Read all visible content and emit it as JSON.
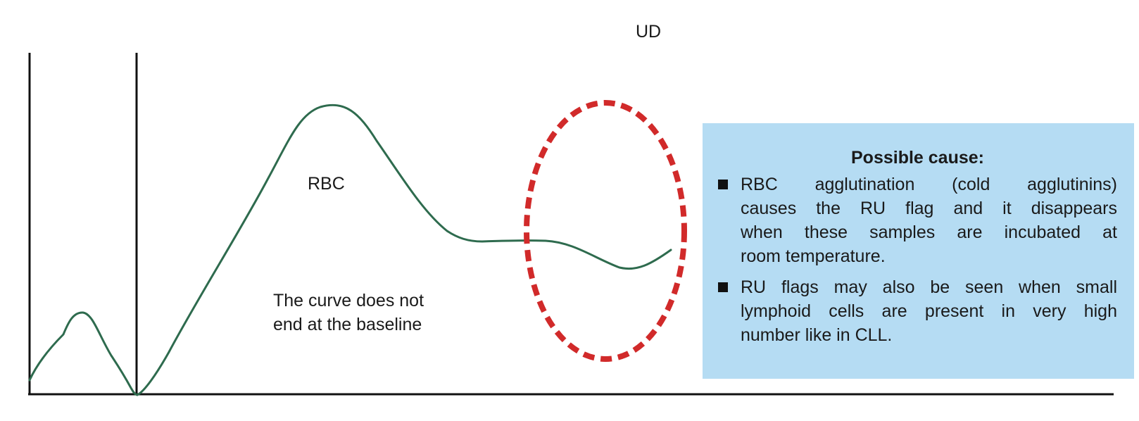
{
  "diagram": {
    "title": "UD",
    "curve_label": "RBC",
    "note_lines": [
      "The curve does not",
      "end at the baseline"
    ],
    "colors": {
      "curve": "#2e6b4e",
      "ellipse": "#d12a2a",
      "box_background": "#b5dcf3",
      "axis": "#111111"
    },
    "box": {
      "title": "Possible cause:",
      "items": [
        {
          "lines": [
            "RBC agglutination (cold agglutinins)",
            "causes the RU flag and it disappears",
            "when these samples are incubated at",
            "room temperature."
          ]
        },
        {
          "lines": [
            "RU flags may also be seen when small",
            "lymphoid cells are present in very high",
            "number like in CLL."
          ]
        }
      ]
    }
  }
}
